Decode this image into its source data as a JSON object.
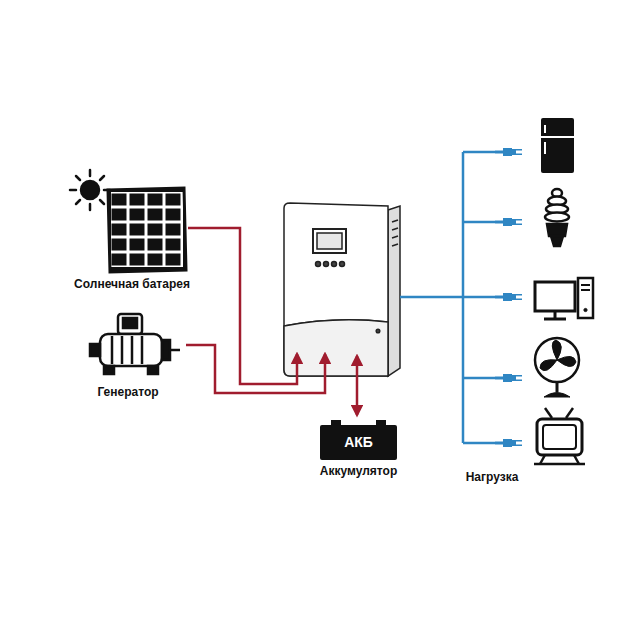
{
  "diagram": {
    "nodes": [
      {
        "text": [
          "Солнечная батарея"
        ]
      },
      {
        "text": [
          "Генератор"
        ]
      },
      {
        "text": [
          "АКБ",
          "Аккумулятор"
        ]
      }
    ],
    "labels": [
      "Нагрузка"
    ]
  }
}
